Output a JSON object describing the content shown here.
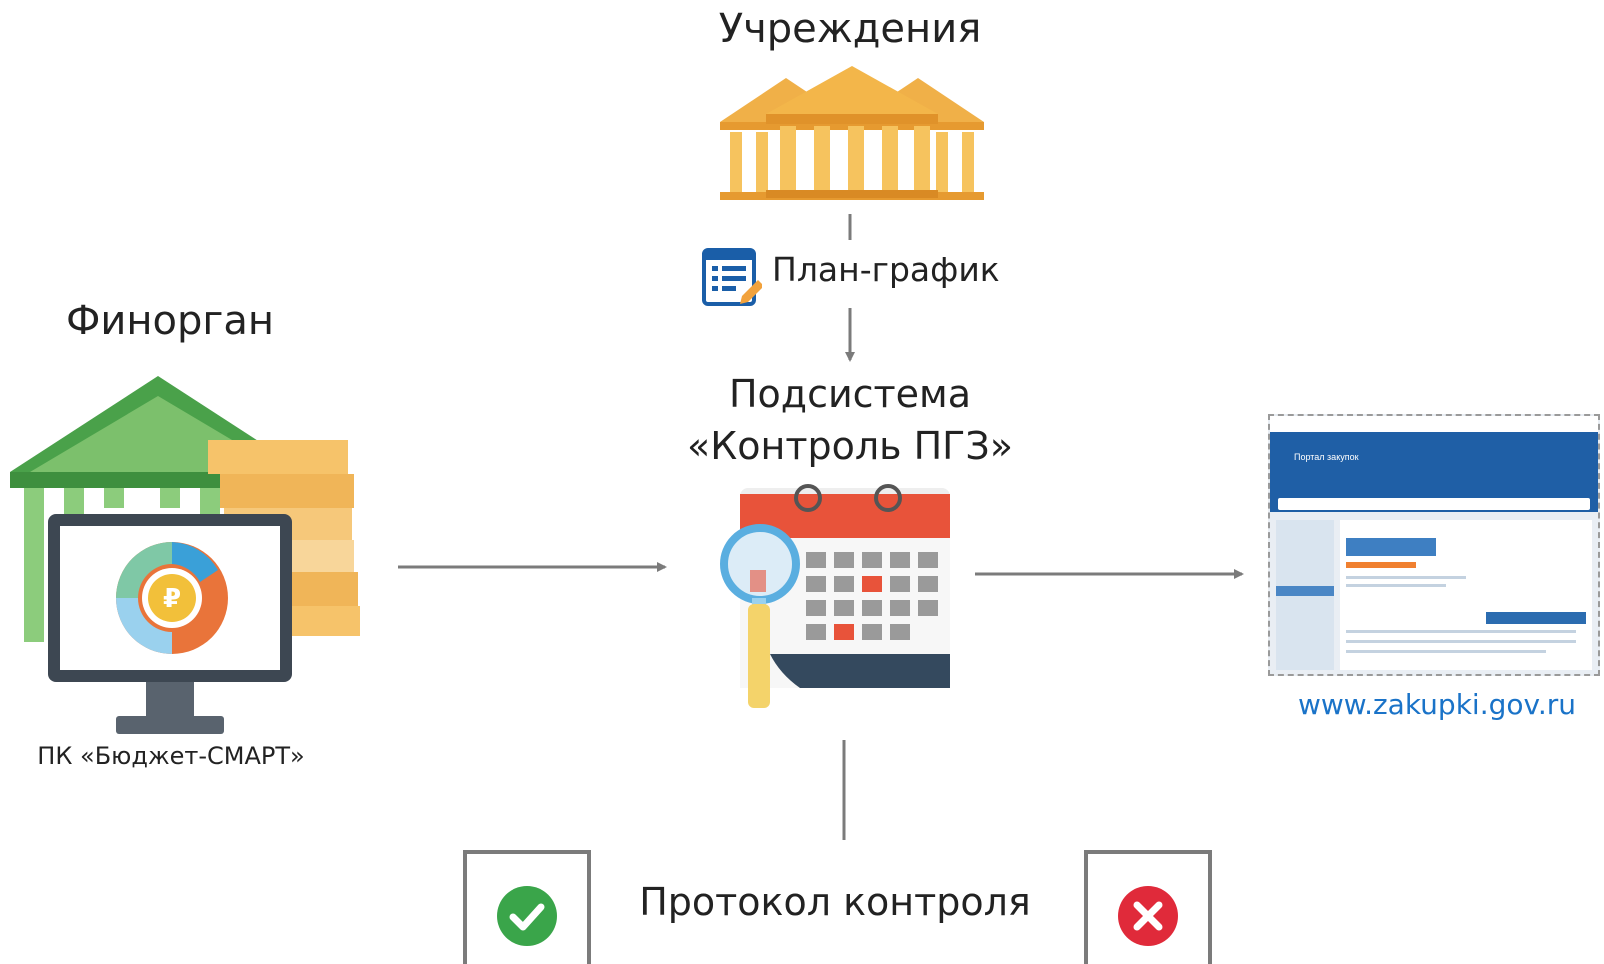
{
  "nodes": {
    "institutions": "Учреждения",
    "finorgan": "Финорган",
    "plan_schedule": "План-график",
    "subsystem": "Подсистема «Контроль ПГЗ»",
    "software": "ПК «Бюджет-СМАРТ»",
    "website": "www.zakupki.gov.ru",
    "protocol": "Протокол контроля"
  },
  "portal_screenshot": {
    "site_title": "Портал закупок"
  },
  "colors": {
    "institution_orange": "#f3b64a",
    "finorgan_green": "#4aa14a",
    "arrow_gray": "#7b7b7b",
    "calendar_red": "#e8533a",
    "ok_green": "#3aa54a",
    "error_red": "#e02a3a",
    "link_blue": "#1a73c8"
  },
  "icons": [
    "institution-building-icon",
    "document-list-icon",
    "calendar-magnifier-icon",
    "bank-building-icon",
    "monitor-gear-ruble-icon",
    "check-icon",
    "cross-icon"
  ]
}
